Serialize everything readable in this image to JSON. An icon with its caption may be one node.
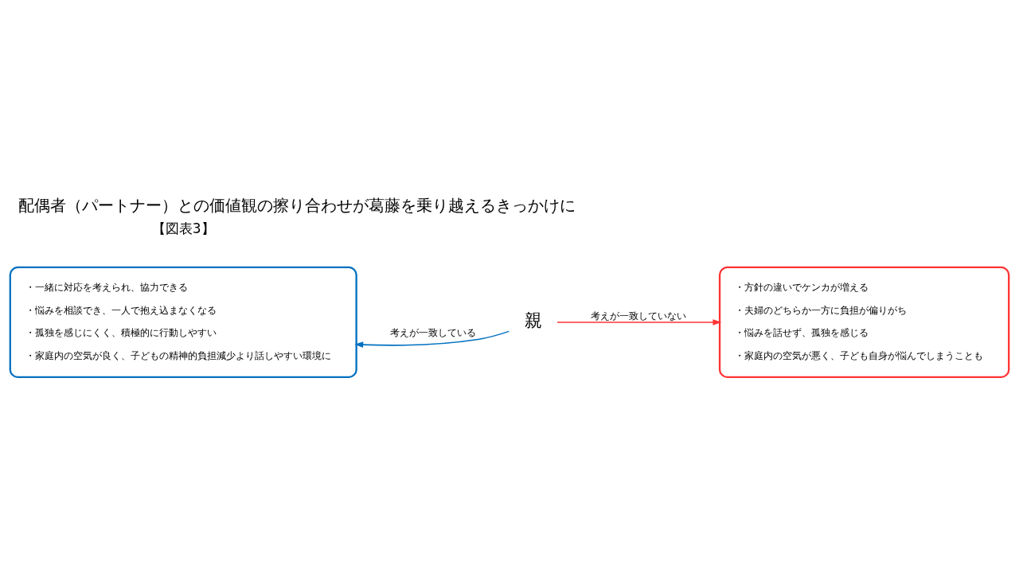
{
  "diagram": {
    "title": "配偶者（パートナー）との価値観の擦り合わせが葛藤を乗り越えるきっかけに",
    "nodes": [
      {
        "text": [
          "・一緒に対応を考えられ、協力できる",
          "・悩みを相談でき、一人で抱え込まなくなる",
          "・孤独を感じにくく、積極的に行動しやすい",
          "・家庭内の空気が良く、子どもの精神的負担減少より話しやすい環境に"
        ]
      },
      {
        "text": [
          "親"
        ]
      },
      {
        "text": [
          "・方針の違いでケンカが増える",
          "・夫婦のどちらか一方に負担が偏りがち",
          "・悩みを話せず、孤独を感じる",
          "・家庭内の空気が悪く、子ども自身が悩んでしまうことも"
        ]
      }
    ],
    "edges": [
      {
        "from": 1,
        "to": 0,
        "arrow": "to",
        "label": "考えが一致している",
        "color": "#0070c0"
      },
      {
        "from": 1,
        "to": 2,
        "arrow": "to",
        "label": "考えが一致していない",
        "color": "#ff3333"
      }
    ],
    "labels": [
      "【図表3】"
    ]
  }
}
